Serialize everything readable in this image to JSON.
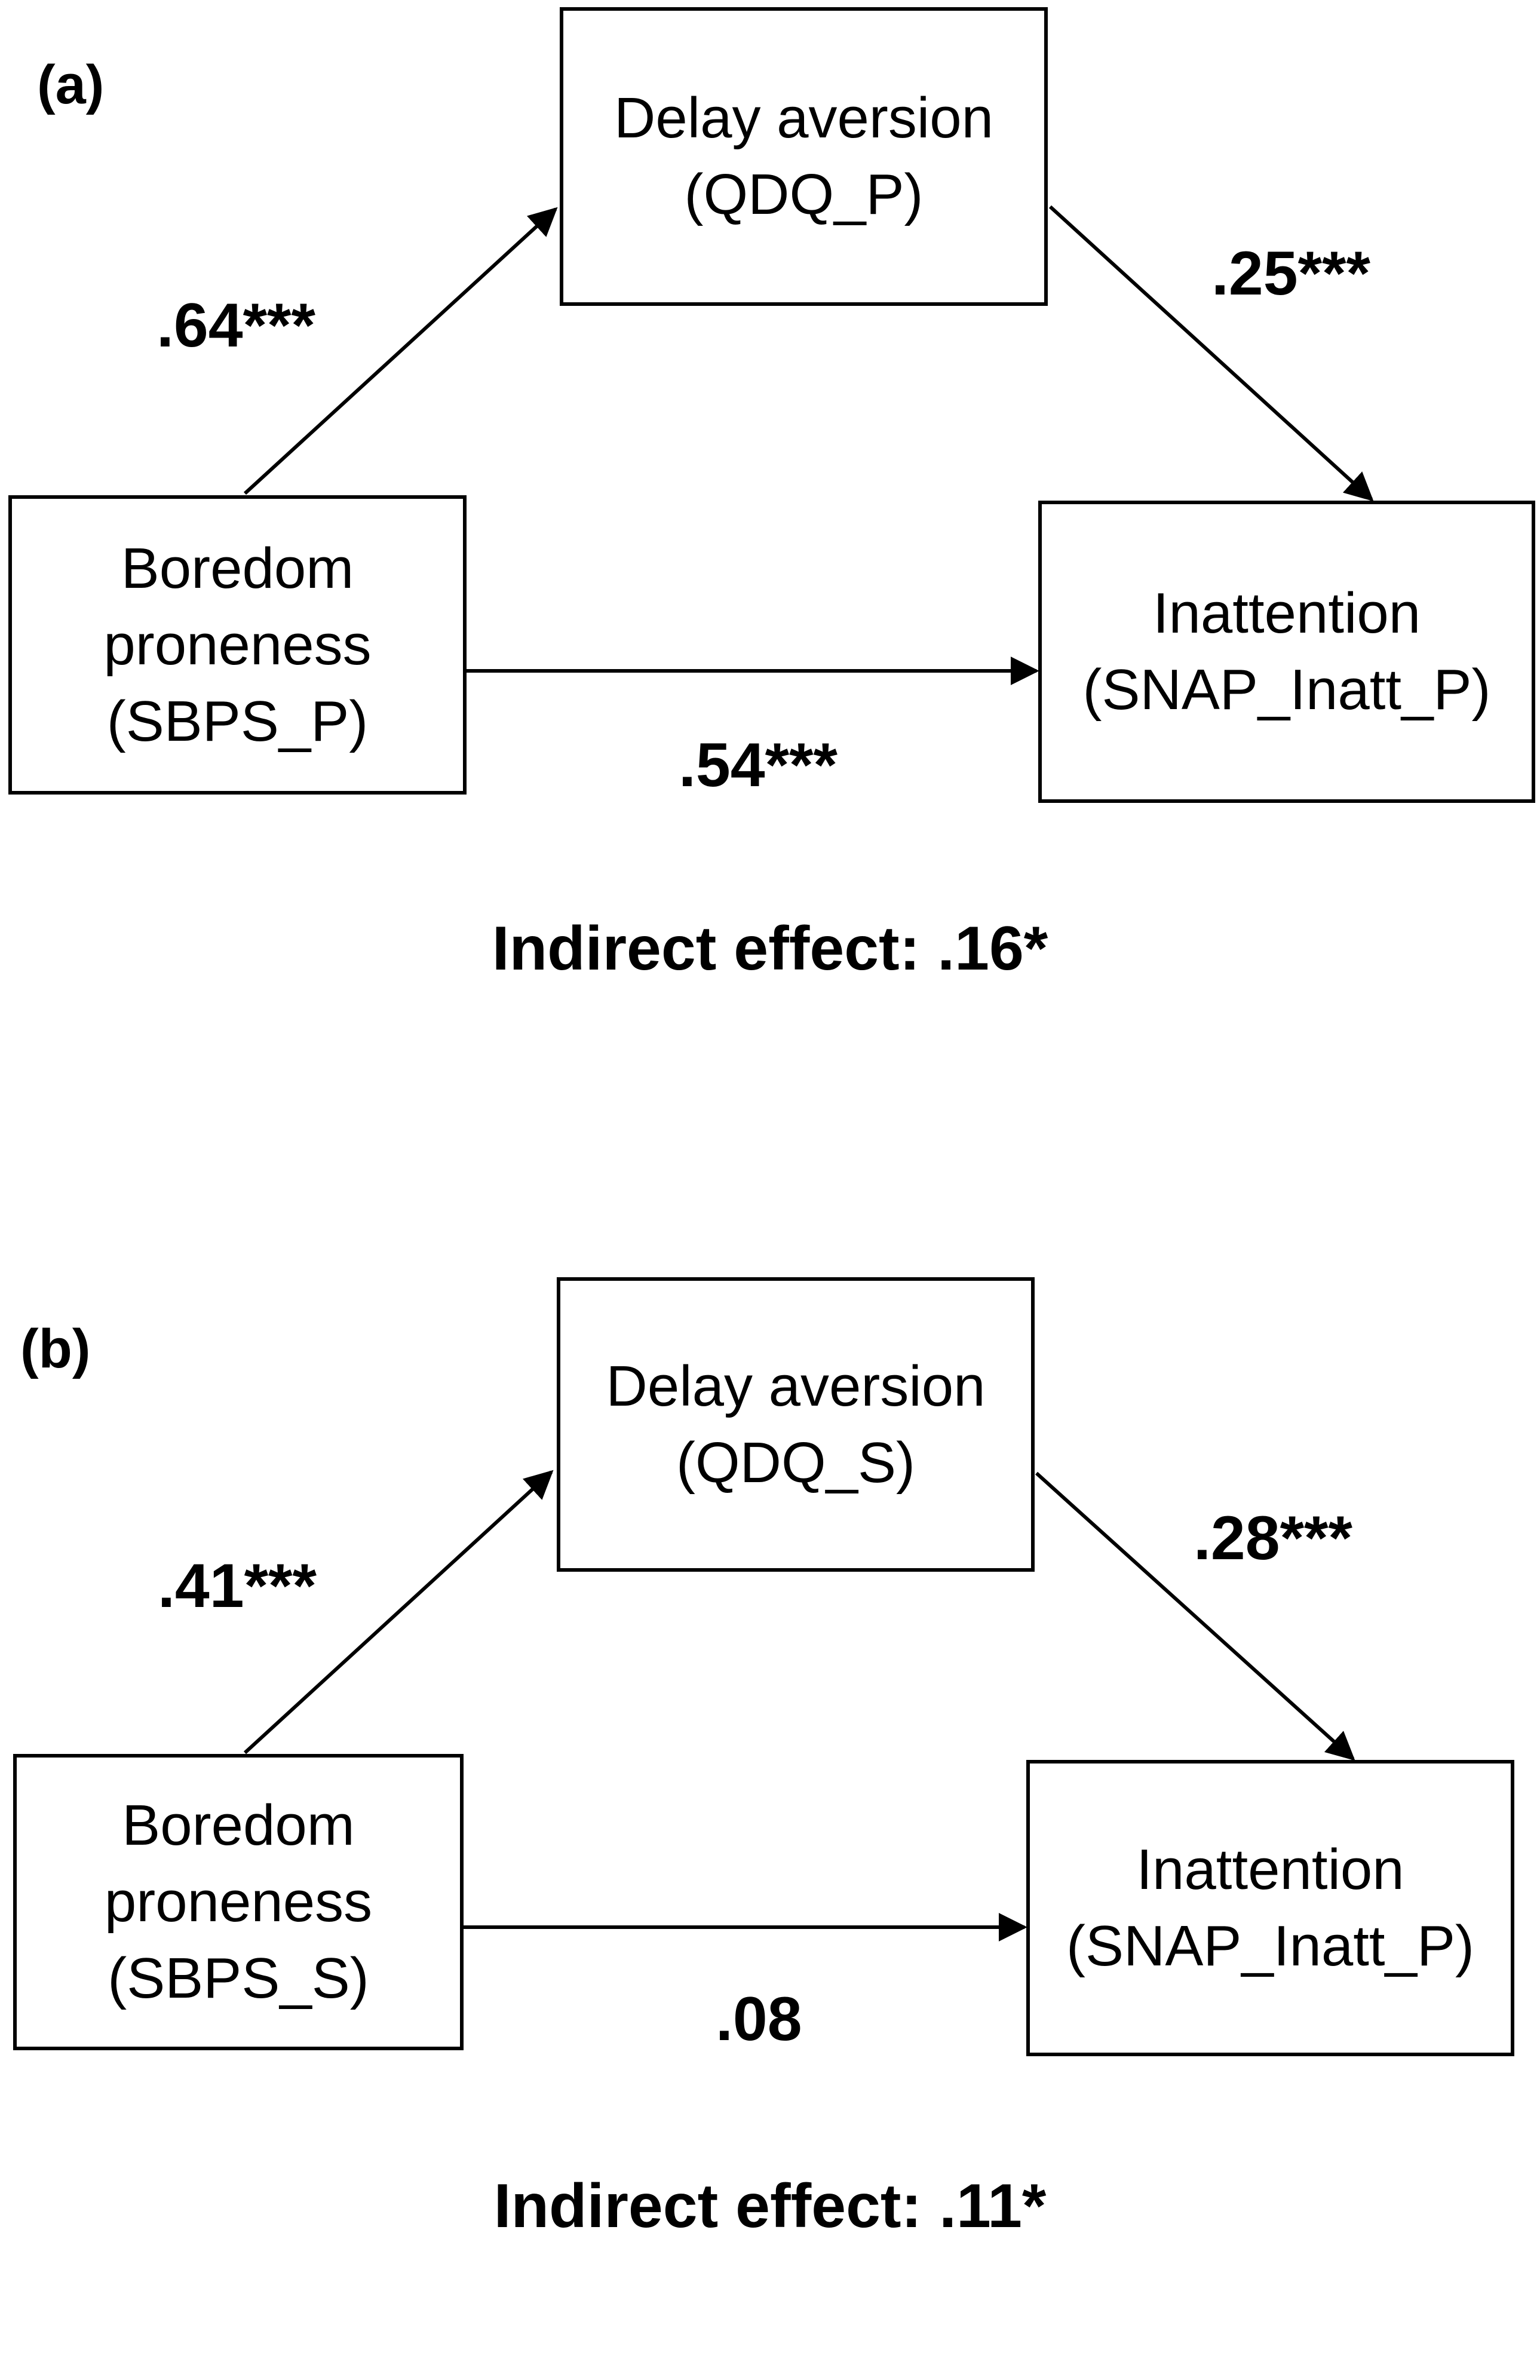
{
  "panels": [
    {
      "label": "(a)",
      "mediator": {
        "line1": "Delay aversion",
        "line2": "(QDQ_P)"
      },
      "predictor": {
        "line1": "Boredom",
        "line2": "proneness",
        "line3": "(SBPS_P)"
      },
      "outcome": {
        "line1": "Inattention",
        "line2": "(SNAP_Inatt_P)"
      },
      "path_a": ".64***",
      "path_b": ".25***",
      "path_c": ".54***",
      "indirect_label": "Indirect effect:",
      "indirect_value": ".16*"
    },
    {
      "label": "(b)",
      "mediator": {
        "line1": "Delay aversion",
        "line2": "(QDQ_S)"
      },
      "predictor": {
        "line1": "Boredom",
        "line2": "proneness",
        "line3": "(SBPS_S)"
      },
      "outcome": {
        "line1": "Inattention",
        "line2": "(SNAP_Inatt_P)"
      },
      "path_a": ".41***",
      "path_b": ".28***",
      "path_c": ".08",
      "indirect_label": "Indirect effect:",
      "indirect_value": ".11*"
    }
  ]
}
